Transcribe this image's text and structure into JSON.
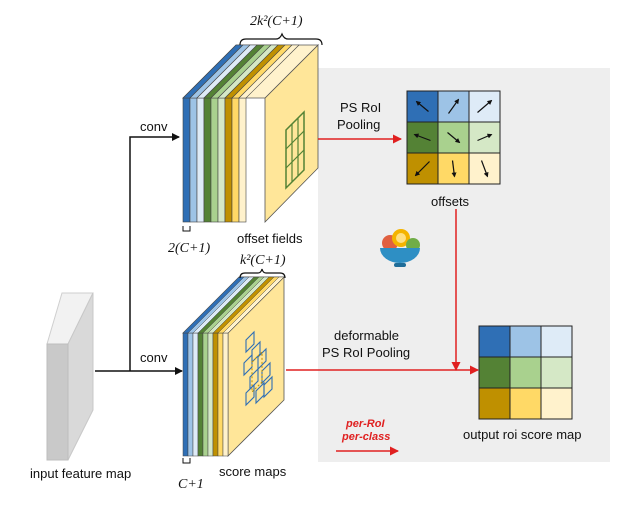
{
  "labels": {
    "input_feature_map": "input feature map",
    "conv_top": "conv",
    "conv_bottom": "conv",
    "offset_fields": "offset fields",
    "score_maps": "score maps",
    "offsets": "offsets",
    "output_score_map": "output roi score map",
    "ps_roi_pooling_line1": "PS RoI",
    "ps_roi_pooling_line2": "Pooling",
    "deformable_line1": "deformable",
    "deformable_line2": "PS RoI Pooling",
    "per_roi": "per-RoI",
    "per_class": "per-class"
  },
  "math": {
    "offset_depth": "2k²(C+1)",
    "offset_width": "2(C+1)",
    "score_depth": "k²(C+1)",
    "score_width": "C+1"
  },
  "colors": {
    "blue": "#2f6fb5",
    "light_blue": "#9dc3e6",
    "pale_blue": "#deebf7",
    "green": "#548235",
    "light_green": "#a9d18e",
    "pale_green": "#d5e8c6",
    "gold": "#bf9000",
    "yellow": "#ffd966",
    "pale_yellow": "#fff2cc",
    "red": "#e02020",
    "panel": "#eeeeee"
  },
  "icons": [
    "bowl-icon",
    "arrow-icons"
  ]
}
